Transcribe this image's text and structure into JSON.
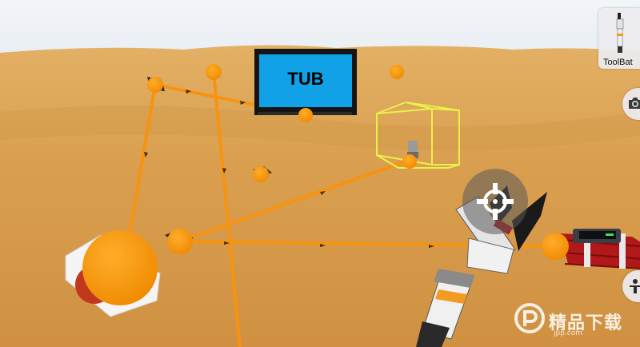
{
  "hud": {
    "selected_tool_label": "ToolBat",
    "selected_tool_icon": "tool-stick-icon",
    "camera_icon": "camera-icon",
    "player_icon": "player-pose-icon",
    "aim_icon": "crosshair-icon"
  },
  "world": {
    "monitor_text": "TUB"
  },
  "watermark": {
    "text": "精品下载",
    "sub": "jpp.com",
    "logo_icon": "p-logo-icon"
  },
  "colors": {
    "sky": "#eef3f8",
    "sand": "#d9a24f",
    "wire": "#f7930f",
    "monitor_screen": "#11a1e6",
    "selection_box": "#e8f24a"
  }
}
